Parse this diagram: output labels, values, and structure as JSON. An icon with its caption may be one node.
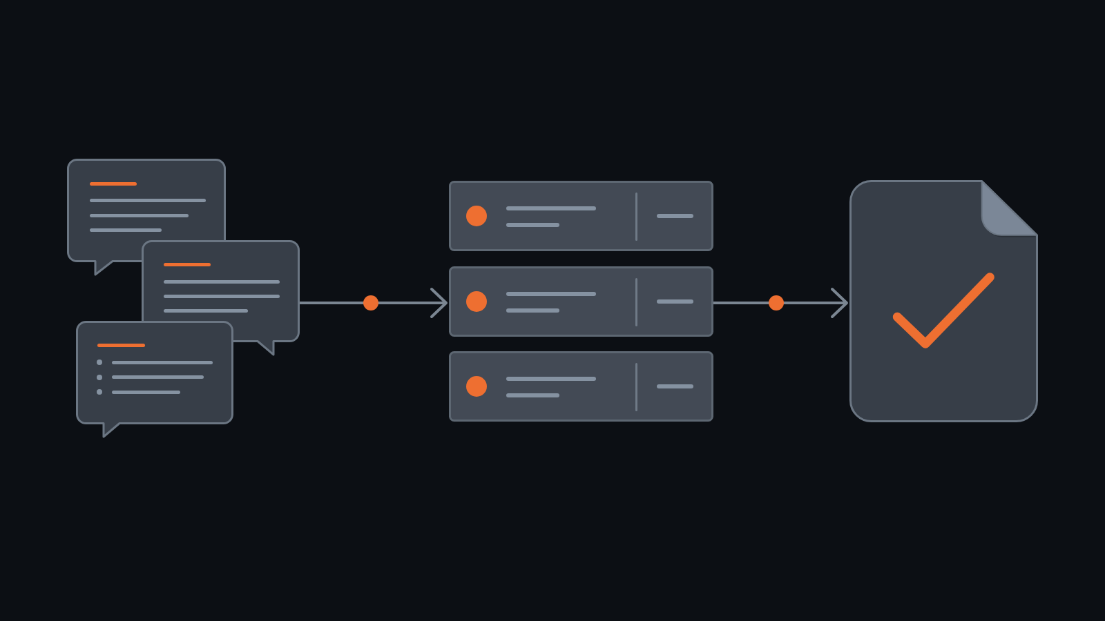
{
  "diagram": {
    "nodes": [
      {
        "text": [],
        "shape": "bubble"
      },
      {
        "text": [],
        "shape": "bubble"
      },
      {
        "text": [],
        "shape": "bubble"
      },
      {
        "text": [],
        "shape": "box"
      },
      {
        "text": [],
        "shape": "box"
      },
      {
        "text": [],
        "shape": "box"
      },
      {
        "text": [],
        "shape": "document"
      }
    ],
    "edges": [
      {
        "from": 1,
        "to": 4,
        "arrow": "to"
      },
      {
        "from": 4,
        "to": 6,
        "arrow": "to"
      }
    ]
  }
}
